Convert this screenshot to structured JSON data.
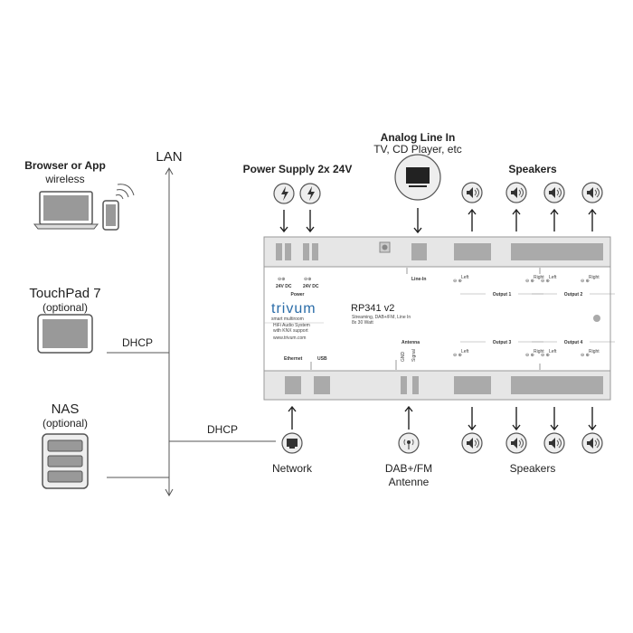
{
  "left": {
    "browser": {
      "title": "Browser or App",
      "subtitle": "wireless"
    },
    "touchpad": {
      "title": "TouchPad 7",
      "subtitle": "(optional)"
    },
    "nas": {
      "title": "NAS",
      "subtitle": "(optional)"
    },
    "lan_label": "LAN",
    "dhcp1": "DHCP",
    "dhcp2": "DHCP"
  },
  "top": {
    "power": "Power Supply 2x 24V",
    "analog_title": "Analog Line In",
    "analog_sub": "TV, CD Player, etc",
    "speakers": "Speakers"
  },
  "bottom": {
    "network": "Network",
    "antenna_1": "DAB+/FM",
    "antenna_2": "Antenne",
    "speakers": "Speakers"
  },
  "device": {
    "dc1": "24V DC",
    "dc2": "24V DC",
    "power": "Power",
    "brand": "trivum",
    "brand_sub": "smart multiroom",
    "desc1": "HiFi Audio System",
    "desc2": "with KNX support",
    "url": "www.trivum.com",
    "model": "RP341 v2",
    "features": "Streaming, DAB+/FM, Line In",
    "watt": "8x 30 Watt",
    "line_in": "Line-In",
    "antenna": "Antenna",
    "gnd": "GND",
    "signal": "Signal",
    "ethernet": "Ethernet",
    "usb": "USB",
    "outputs": [
      "Output 1",
      "Output 2",
      "Output 3",
      "Output 4"
    ],
    "left": "Left",
    "right": "Right"
  },
  "colors": {
    "rail": "#e6e6e6",
    "slot": "#aaaaaa",
    "brand": "#2a6ca8"
  }
}
